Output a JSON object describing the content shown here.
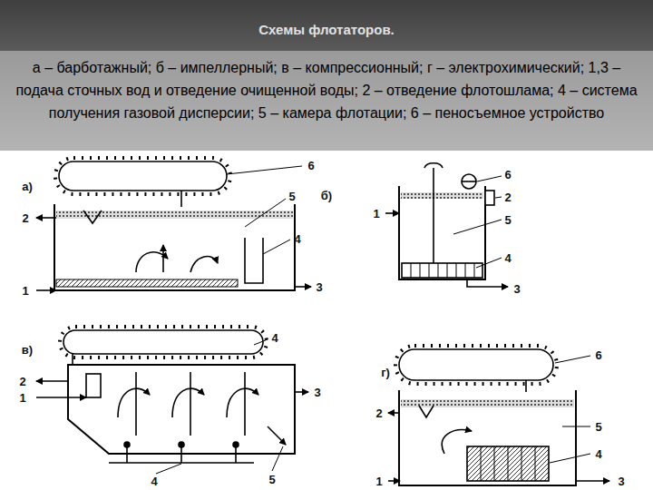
{
  "diagram": {
    "title": "Схемы флотаторов.",
    "caption": "а – барботажный; б – импеллерный; в – компрессионный; г – электрохимический; 1,3 – подача сточных вод и отведение очищенной воды; 2 – отведение флотошлама; 4 – система получения газовой дисперсии; 5 – камера флотации; 6 – пеносъемное устройство",
    "labels": [
      "а)",
      "6",
      "5",
      "2",
      "4",
      "1",
      "3",
      "б)",
      "6",
      "2",
      "5",
      "4",
      "1",
      "3",
      "в)",
      "4",
      "2",
      "1",
      "3",
      "4",
      "5",
      "г)",
      "6",
      "5",
      "2",
      "4",
      "1",
      "3"
    ]
  }
}
